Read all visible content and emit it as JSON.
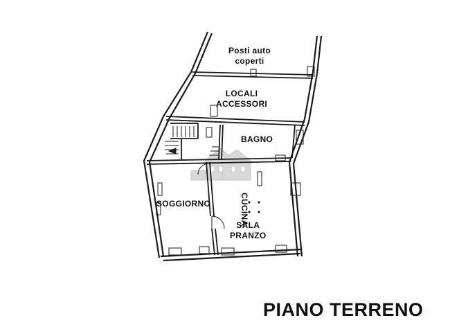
{
  "plan": {
    "title": "PIANO TERRENO",
    "rooms": {
      "posti_auto_line1": "Posti auto",
      "posti_auto_line2": "coperti",
      "locali_line1": "LOCALI",
      "locali_line2": "ACCESSORI",
      "bagno": "BAGNO",
      "cucina": "CUCINA",
      "soggiorno": "SOGGIORNO",
      "sala_line1": "SALA",
      "sala_line2": "PRANZO"
    }
  },
  "colors": {
    "wall": "#1a1a1a",
    "watermark": "#d9d9d9"
  },
  "icons": [
    "watermark-house-logo-icon",
    "stair-icon"
  ]
}
